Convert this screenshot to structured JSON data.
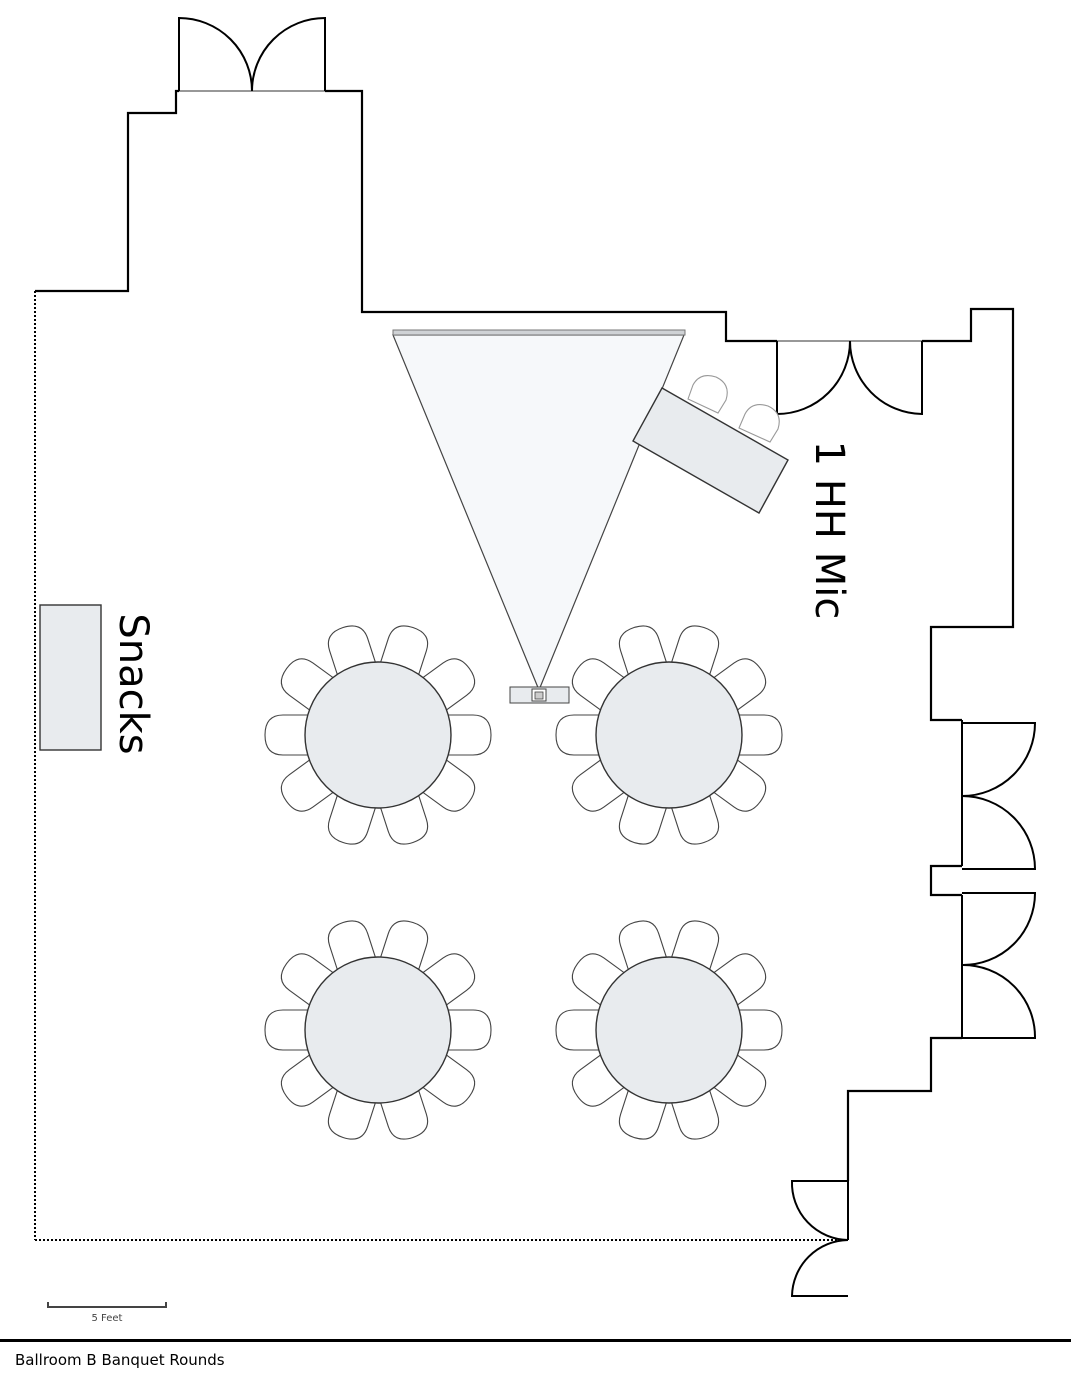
{
  "title": "Ballroom B Banquet Rounds",
  "scale": {
    "label": "5 Feet"
  },
  "labels": {
    "snacks": "Snacks",
    "mic": "1 HH Mic"
  },
  "tables": {
    "round_count": 4,
    "chairs_per_round": 10,
    "head_table_chairs": 2
  },
  "equipment": [
    "projection-screen",
    "projector",
    "head-table"
  ],
  "colors": {
    "wall": "#000000",
    "table_fill": "#e8ebee",
    "beam_fill": "#f6f8fa",
    "chair_stroke": "#444444"
  }
}
